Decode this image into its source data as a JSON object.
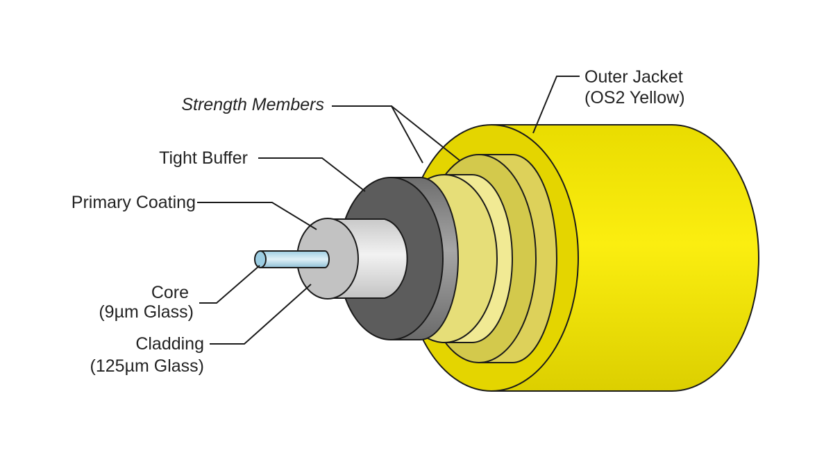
{
  "labels": {
    "outer_jacket": "Outer Jacket",
    "outer_jacket_sub": "(OS2 Yellow)",
    "strength_members": "Strength Members",
    "tight_buffer": "Tight Buffer",
    "primary_coating": "Primary Coating",
    "core": "Core",
    "core_sub": "(9µm Glass)",
    "cladding": "Cladding",
    "cladding_sub": "(125µm Glass)"
  },
  "colors": {
    "jacket": "#f5e600",
    "jacket_face": "#e8d800",
    "strength_outer": "#d8cf48",
    "strength_inner": "#efe890",
    "buffer_face": "#5e5e5e",
    "buffer_body": "#8a8a8a",
    "coating_face": "#bcbcbc",
    "coating_body": "#dedede",
    "core_glass": "#a9d3e6"
  }
}
